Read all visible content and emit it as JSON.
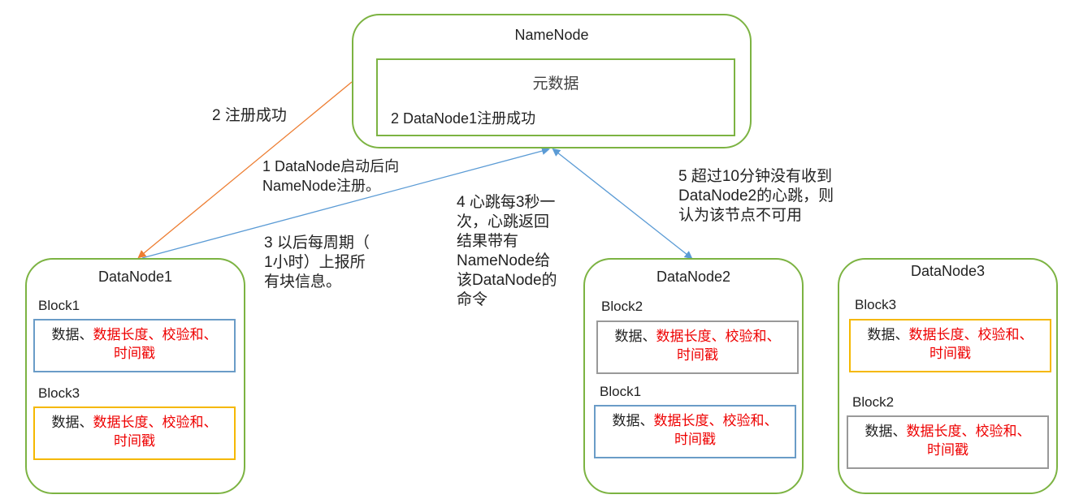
{
  "namenode": {
    "title": "NameNode",
    "metadata_title": "元数据",
    "metadata_entry": "2 DataNode1注册成功"
  },
  "datanodes": [
    {
      "title": "DataNode1",
      "blocks": [
        {
          "label": "Block1",
          "text_plain": "数据、",
          "text_red_1": "数据长度、校验和、",
          "text_red_2": "时间戳",
          "border": "#6a9cc7"
        },
        {
          "label": "Block3",
          "text_plain": "数据、",
          "text_red_1": "数据长度、校验和、",
          "text_red_2": "时间戳",
          "border": "#f5b800"
        }
      ]
    },
    {
      "title": "DataNode2",
      "blocks": [
        {
          "label": "Block2",
          "text_plain": "数据、",
          "text_red_1": "数据长度、校验和、",
          "text_red_2": "时间戳",
          "border": "#999999"
        },
        {
          "label": "Block1",
          "text_plain": "数据、",
          "text_red_1": "数据长度、校验和、",
          "text_red_2": "时间戳",
          "border": "#6a9cc7"
        }
      ]
    },
    {
      "title": "DataNode3",
      "blocks": [
        {
          "label": "Block3",
          "text_plain": "数据、",
          "text_red_1": "数据长度、校验和、",
          "text_red_2": "时间戳",
          "border": "#f5b800"
        },
        {
          "label": "Block2",
          "text_plain": "数据、",
          "text_red_1": "数据长度、校验和、",
          "text_red_2": "时间戳",
          "border": "#999999"
        }
      ]
    }
  ],
  "annotations": {
    "register_success": "2 注册成功",
    "register_request": "1 DataNode启动后向\nNameNode注册。",
    "report_blocks": "3 以后每周期（\n1小时）上报所\n有块信息。",
    "heartbeat": "4 心跳每3秒一\n次，心跳返回\n结果带有\nNameNode给\n该DataNode的\n命令",
    "timeout": "5 超过10分钟没有收到\nDataNode2的心跳，则\n认为该节点不可用"
  },
  "colors": {
    "node_border": "#7cb342",
    "arrow_orange": "#ed7d31",
    "arrow_blue": "#5b9bd5",
    "highlight_text": "#ee0000"
  }
}
